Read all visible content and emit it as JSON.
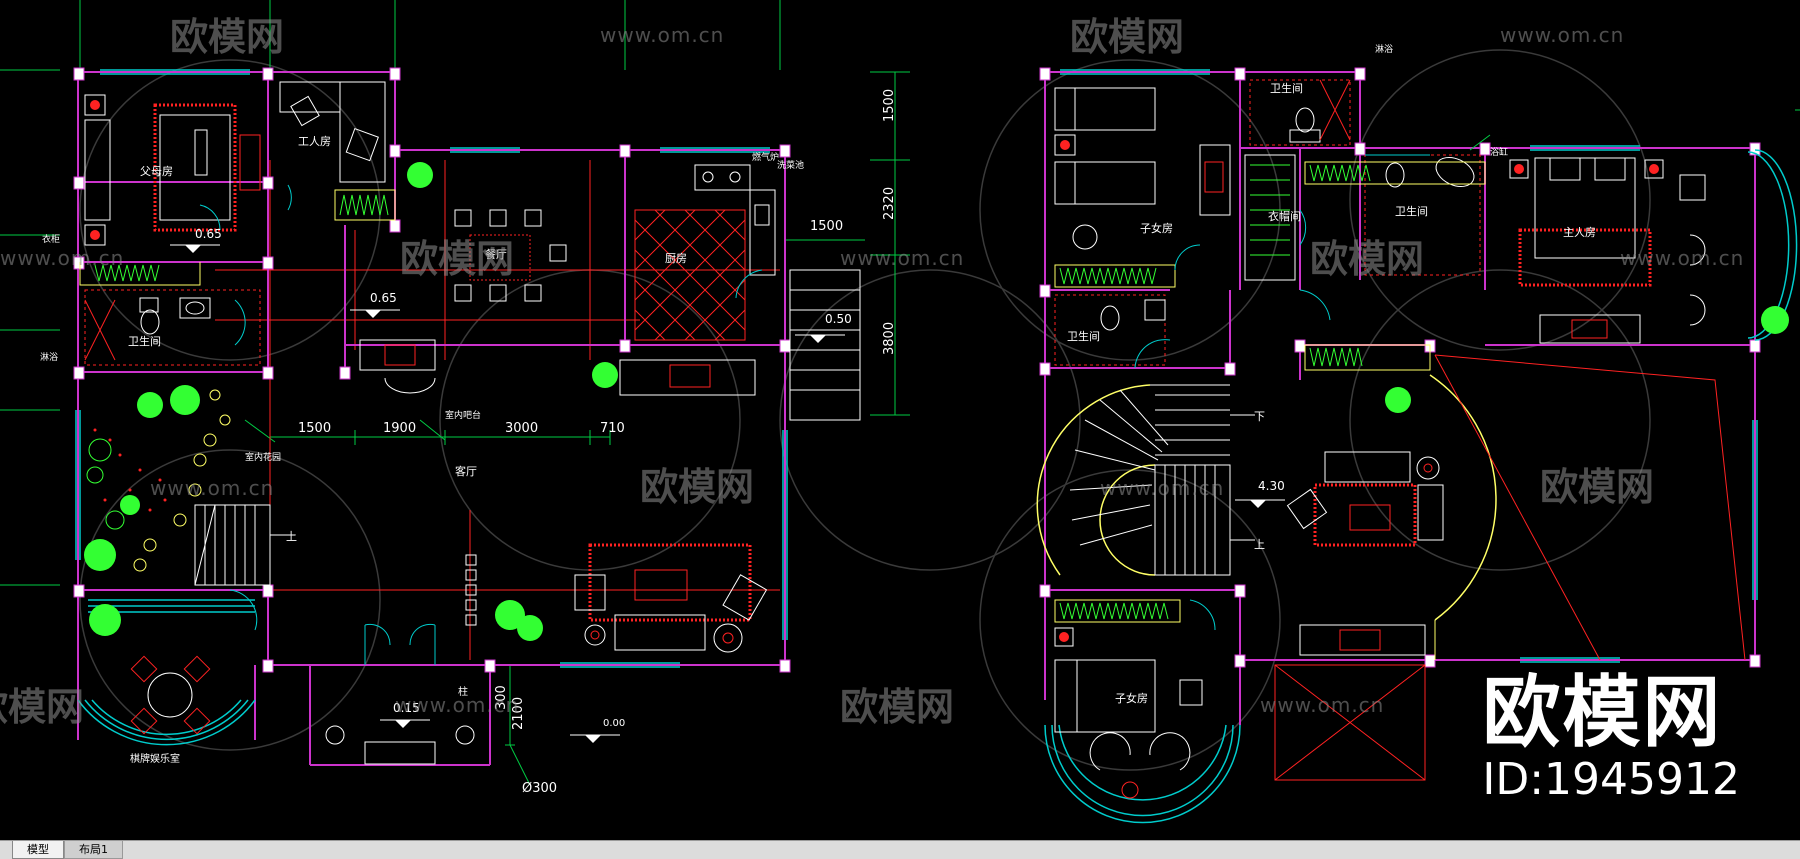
{
  "watermark": {
    "logo_text": "欧模网",
    "url_text": "www.om.cn"
  },
  "brand": {
    "name": "欧模网",
    "id_label": "ID:1945912"
  },
  "tabs": [
    {
      "label": "模型",
      "active": true
    },
    {
      "label": "布局1",
      "active": false
    }
  ],
  "colors": {
    "wall": "#cc33cc",
    "dimension": "#00cc44",
    "hatch": "#ff2222",
    "window": "#00cccc",
    "furniture": "#ffffff",
    "stair": "#ffff66",
    "plant": "#33ff33"
  },
  "left_plan": {
    "rooms": {
      "parents_room": "父母房",
      "worker_room": "工人房",
      "dining": "餐厅",
      "kitchen": "厨房",
      "bathroom": "卫生间",
      "living": "客厅",
      "indoor_garden": "室内花园",
      "indoor_bar": "室内吧台",
      "leisure_room": "棋牌娱乐室",
      "gas_stove": "燃气炉",
      "sink": "洗菜池",
      "closet": "衣柜",
      "shower": "淋浴",
      "up": "上",
      "pillar": "柱"
    },
    "dimensions": {
      "d1500a": "1500",
      "d1900": "1900",
      "d3000": "3000",
      "d710": "710",
      "d1500b": "1500",
      "d1500_top": "1500",
      "d2320": "2320",
      "d3800": "3800",
      "d2100": "2100",
      "d300": "300",
      "dia": "Ø300"
    },
    "levels": {
      "l065a": "0.65",
      "l065b": "0.65",
      "l050": "0.50",
      "l015": "0.15",
      "l000": "0.00"
    }
  },
  "right_plan": {
    "rooms": {
      "kids_room_a": "子女房",
      "bathroom_a": "卫生间",
      "bathroom_b": "卫生间",
      "bathroom_c": "卫生间",
      "wardrobe": "衣帽间",
      "master_bedroom": "主人房",
      "kids_room_b": "子女房",
      "shower": "淋浴",
      "bathtub": "浴缸",
      "down": "下",
      "up": "上"
    },
    "levels": {
      "l430": "4.30"
    }
  }
}
